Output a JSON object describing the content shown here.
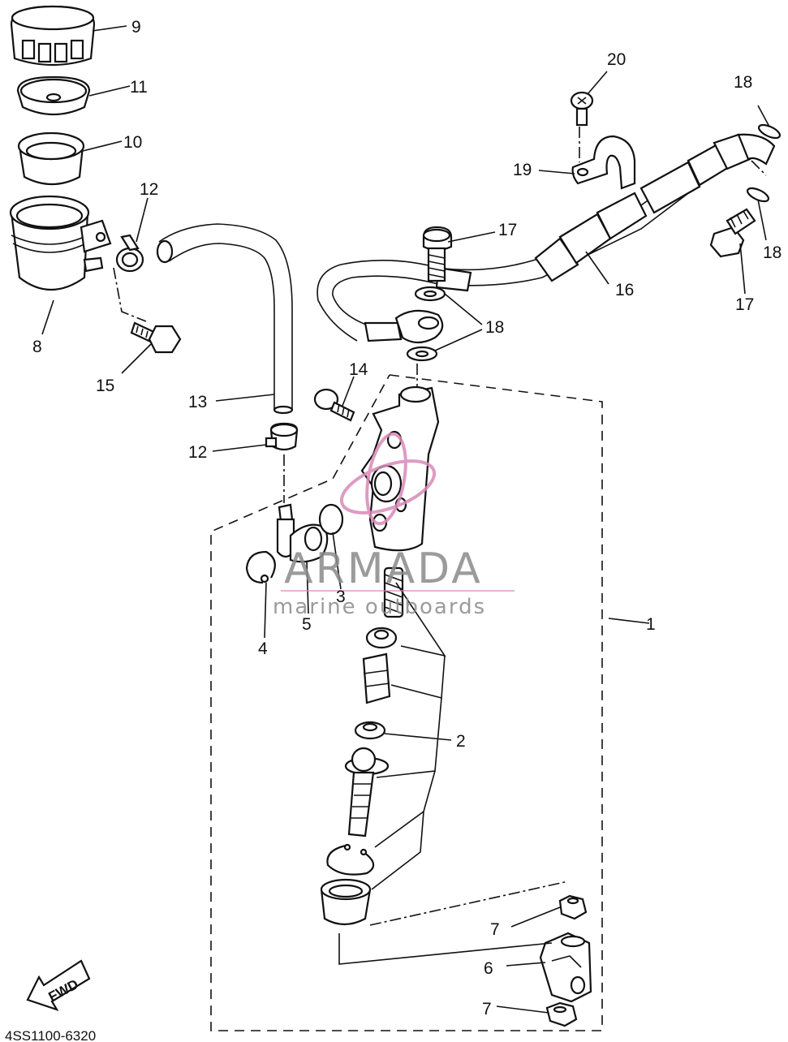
{
  "callouts": {
    "c1": "1",
    "c2": "2",
    "c3": "3",
    "c4": "4",
    "c5": "5",
    "c6": "6",
    "c7a": "7",
    "c7b": "7",
    "c8": "8",
    "c9": "9",
    "c10": "10",
    "c11": "11",
    "c12a": "12",
    "c12b": "12",
    "c13": "13",
    "c14": "14",
    "c15": "15",
    "c16": "16",
    "c17a": "17",
    "c17b": "17",
    "c18a": "18",
    "c18b": "18",
    "c18c": "18",
    "c19": "19",
    "c20": "20"
  },
  "fwd_label": "FWD",
  "diagram_code": "4SS1100-6320",
  "watermark": {
    "brand": "ARMADA",
    "tagline": "marine outboards"
  },
  "colors": {
    "line": "#111111",
    "watermark_text": "#8a8a8a",
    "watermark_logo": "#d98ab8"
  }
}
